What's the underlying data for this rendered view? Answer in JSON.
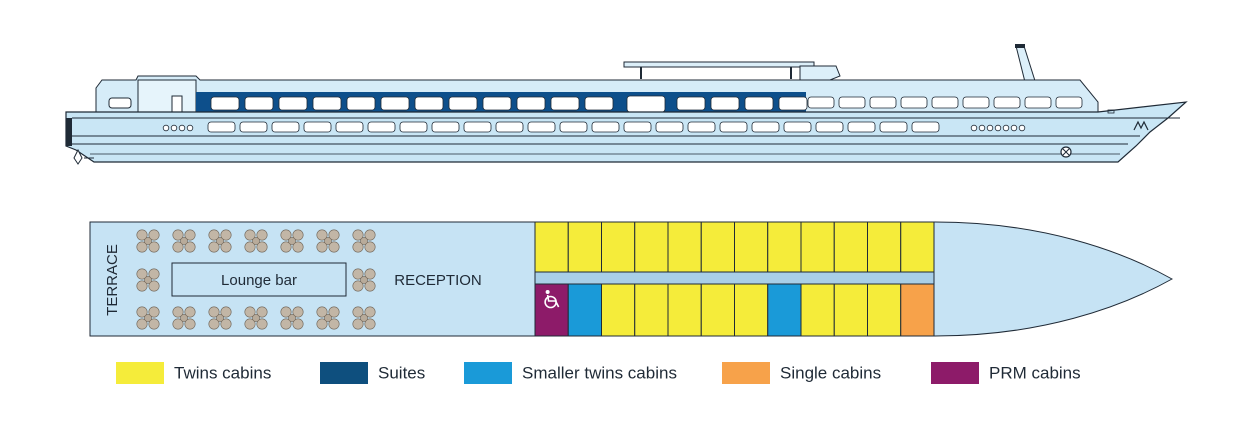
{
  "colors": {
    "hull": "#c9e6f5",
    "deck_plan": "#c6e3f4",
    "outline": "#1f2a36",
    "navy_band": "#0d4f8b",
    "window": "#ffffff",
    "twins": "#f5ec3a",
    "suites": "#0e4f7e",
    "smaller_twins": "#1a9ad8",
    "single": "#f7a24a",
    "prm": "#8d1b69",
    "seat": "#c2b6a6",
    "table": "#b8ab9a",
    "corridor": "#a9cfe7"
  },
  "icons": {
    "prm_cabin": "wheelchair-icon",
    "anchor": "anchor-icon",
    "propeller": "propeller-icon"
  },
  "deck_plan": {
    "terrace_label": "TERRACE",
    "lounge_label": "Lounge bar",
    "reception_label": "RECEPTION",
    "top_row": [
      "twins",
      "twins",
      "twins",
      "twins",
      "twins",
      "twins",
      "twins",
      "twins",
      "twins",
      "twins",
      "twins",
      "twins"
    ],
    "bottom_row": [
      "prm",
      "smaller_twins",
      "twins",
      "twins",
      "twins",
      "twins",
      "twins",
      "smaller_twins",
      "twins",
      "twins",
      "twins",
      "single"
    ]
  },
  "legend": [
    {
      "key": "twins",
      "label": "Twins cabins"
    },
    {
      "key": "suites",
      "label": "Suites"
    },
    {
      "key": "smaller_twins",
      "label": "Smaller twins cabins"
    },
    {
      "key": "single",
      "label": "Single cabins"
    },
    {
      "key": "prm",
      "label": "PRM cabins"
    }
  ]
}
